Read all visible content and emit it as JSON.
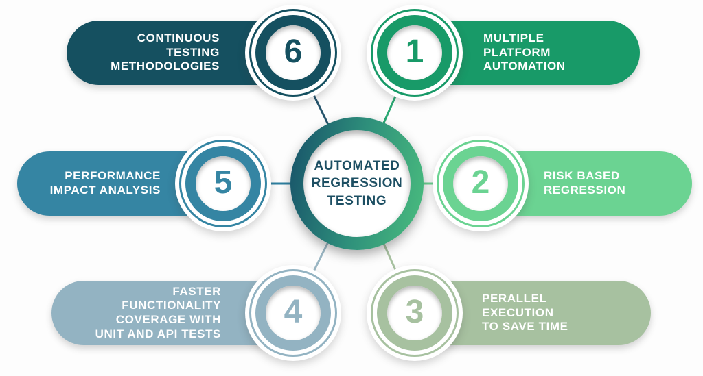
{
  "background": "#fdfdfd",
  "center": {
    "label": "AUTOMATED REGRESSION TESTING",
    "lines": [
      "AUTOMATED",
      "REGRESSION",
      "TESTING"
    ],
    "text_color": "#1d4f63",
    "ring_gradient": [
      "#175169",
      "#2e8f7b",
      "#4abd7e"
    ]
  },
  "items": [
    {
      "number": "1",
      "label": "MULTIPLE PLATFORM AUTOMATION",
      "lines": [
        "MULTIPLE",
        "PLATFORM",
        "AUTOMATION"
      ],
      "color": "#189a68",
      "line_color": "#2aa873"
    },
    {
      "number": "2",
      "label": "RISK BASED REGRESSION",
      "lines": [
        "RISK BASED",
        "REGRESSION"
      ],
      "color": "#6bd392",
      "line_color": "#6bd392"
    },
    {
      "number": "3",
      "label": "PERALLEL EXECUTION TO SAVE TIME",
      "lines": [
        "PERALLEL",
        "EXECUTION",
        "TO SAVE TIME"
      ],
      "color": "#a7c1a0",
      "line_color": "#a7c1a0"
    },
    {
      "number": "4",
      "label": "FASTER FUNCTIONALITY COVERAGE WITH UNIT AND API TESTS",
      "lines": [
        "FASTER",
        "FUNCTIONALITY",
        "COVERAGE WITH",
        "UNIT AND API TESTS"
      ],
      "color": "#93b3c2",
      "line_color": "#9ab6c3"
    },
    {
      "number": "5",
      "label": "PERFORMANCE IMPACT ANALYSIS",
      "lines": [
        "PERFORMANCE",
        "IMPACT ANALYSIS"
      ],
      "color": "#3585a3",
      "line_color": "#2d7fa0"
    },
    {
      "number": "6",
      "label": "CONTINUOUS TESTING METHODOLOGIES",
      "lines": [
        "CONTINUOUS",
        "TESTING",
        "METHODOLOGIES"
      ],
      "color": "#155060",
      "line_color": "#24536b"
    }
  ]
}
